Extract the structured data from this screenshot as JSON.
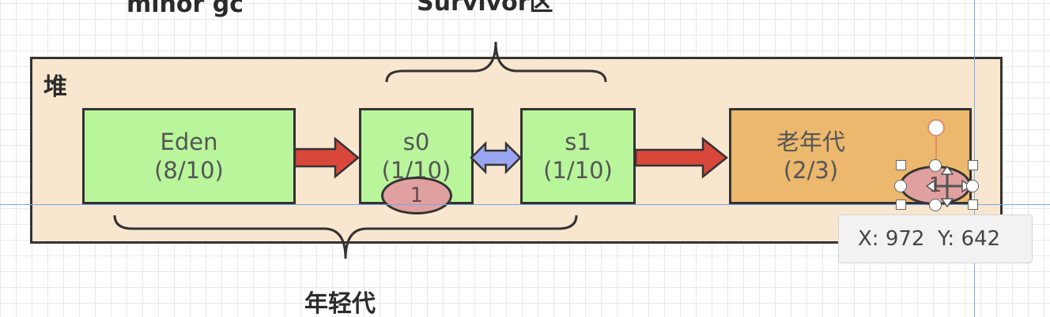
{
  "labels": {
    "minor_gc": "minor gc",
    "survivor_area": "Survivor区",
    "young_generation": "年轻代",
    "heap": "堆"
  },
  "regions": {
    "eden": {
      "name": "Eden",
      "ratio": "(8/10)"
    },
    "s0": {
      "name": "s0",
      "ratio": "(1/10)"
    },
    "s1": {
      "name": "s1",
      "ratio": "(1/10)"
    },
    "old": {
      "name": "老年代",
      "ratio": "(2/3)"
    }
  },
  "objects": {
    "s0_object": "1",
    "old_object": "1"
  },
  "tooltip": {
    "text": "X: 972  Y: 642"
  },
  "colors": {
    "young_fill": "#b9f59b",
    "old_fill": "#ebb86d",
    "heap_fill": "#f8e6cf",
    "arrow_red": "#d9473a",
    "arrow_blue": "#9aa6f0",
    "object_fill": "#e0a0a0",
    "guide_line": "#7aa6ee"
  }
}
